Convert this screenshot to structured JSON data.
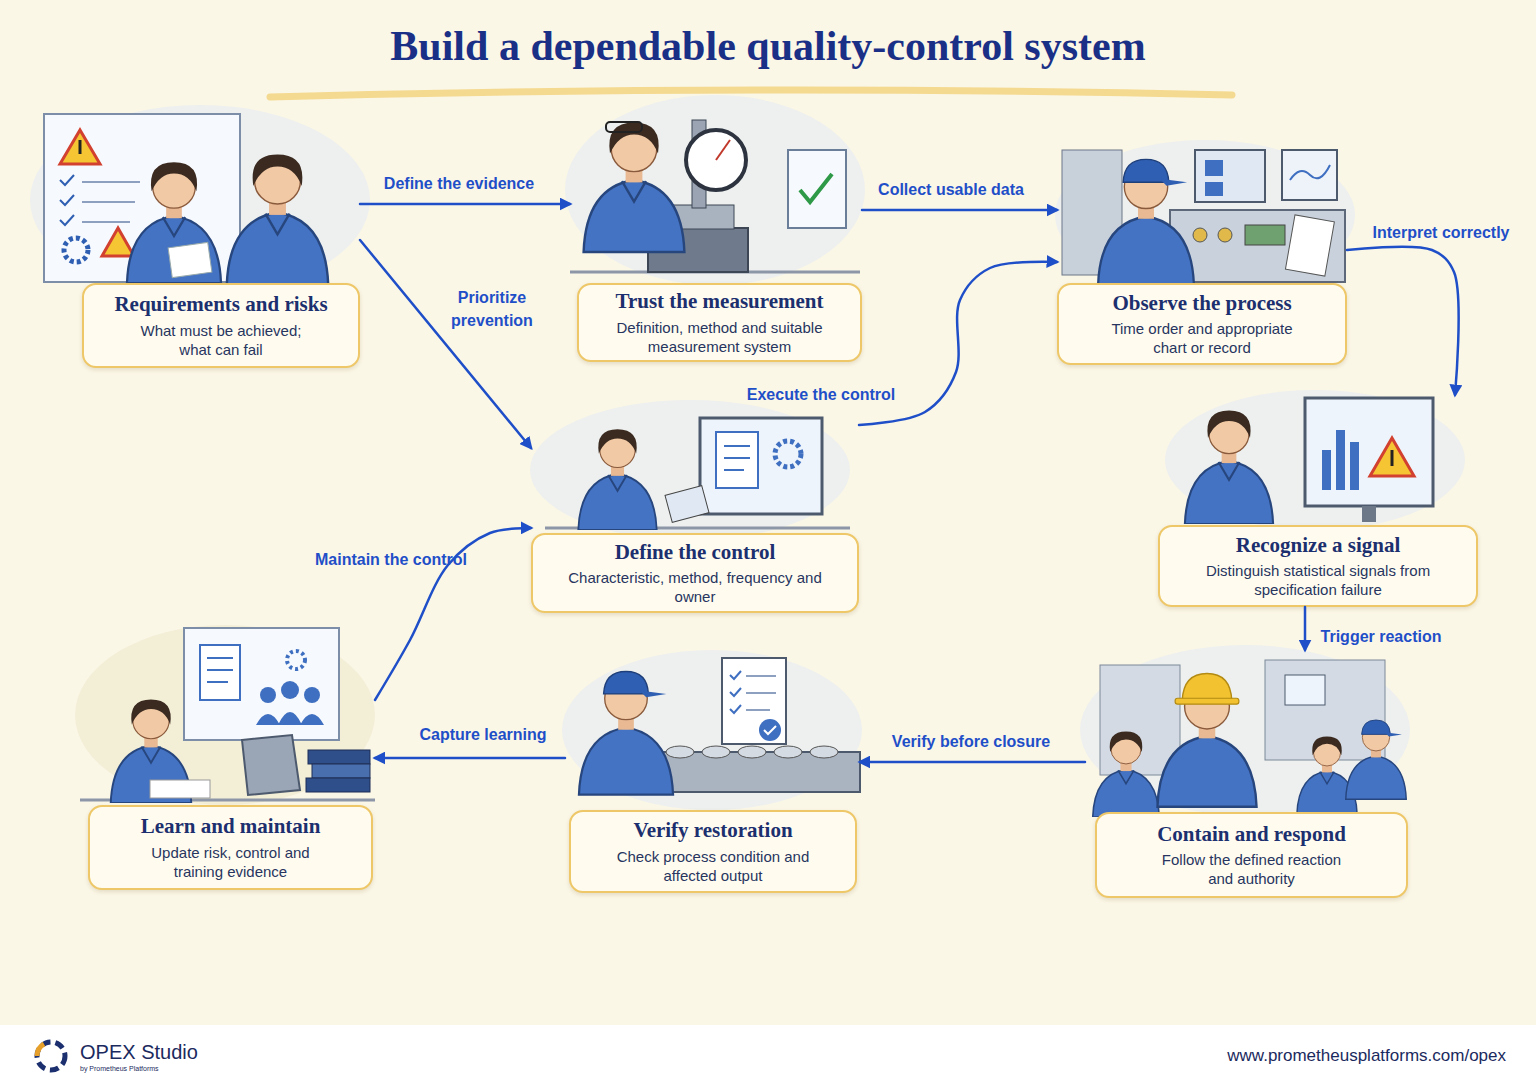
{
  "diagram": {
    "title": "Build a dependable quality-control system",
    "nodes": [
      {
        "text": [
          "Requirements and risks",
          "What must be achieved; what can fail"
        ]
      },
      {
        "text": [
          "Trust the measurement",
          "Definition, method and suitable measurement system"
        ]
      },
      {
        "text": [
          "Observe the process",
          "Time order and appropriate chart or record"
        ]
      },
      {
        "text": [
          "Define the control",
          "Characteristic, method, frequency and owner"
        ]
      },
      {
        "text": [
          "Recognize a signal",
          "Distinguish statistical signals from specification failure"
        ]
      },
      {
        "text": [
          "Learn and maintain",
          "Update risk, control and training evidence"
        ]
      },
      {
        "text": [
          "Verify restoration",
          "Check process condition and affected output"
        ]
      },
      {
        "text": [
          "Contain and respond",
          "Follow the defined reaction and authority"
        ]
      }
    ],
    "edges": [
      {
        "from": 0,
        "to": 1,
        "label": "Define the evidence",
        "arrow": "to"
      },
      {
        "from": 0,
        "to": 3,
        "label": "Prioritize prevention",
        "arrow": "to"
      },
      {
        "from": 1,
        "to": 2,
        "label": "Collect usable data",
        "arrow": "to"
      },
      {
        "from": 3,
        "to": 2,
        "label": "Execute the control",
        "arrow": "to"
      },
      {
        "from": 2,
        "to": 4,
        "label": "Interpret correctly",
        "arrow": "to"
      },
      {
        "from": 4,
        "to": 7,
        "label": "Trigger reaction",
        "arrow": "to"
      },
      {
        "from": 7,
        "to": 6,
        "label": "Verify before closure",
        "arrow": "to"
      },
      {
        "from": 6,
        "to": 5,
        "label": "Capture learning",
        "arrow": "to"
      },
      {
        "from": 5,
        "to": 3,
        "label": "Maintain the control",
        "arrow": "to"
      }
    ],
    "labels": [
      "OPEX Studio",
      "by Prometheus Platforms",
      "www.prometheusplatforms.com/opex"
    ]
  }
}
